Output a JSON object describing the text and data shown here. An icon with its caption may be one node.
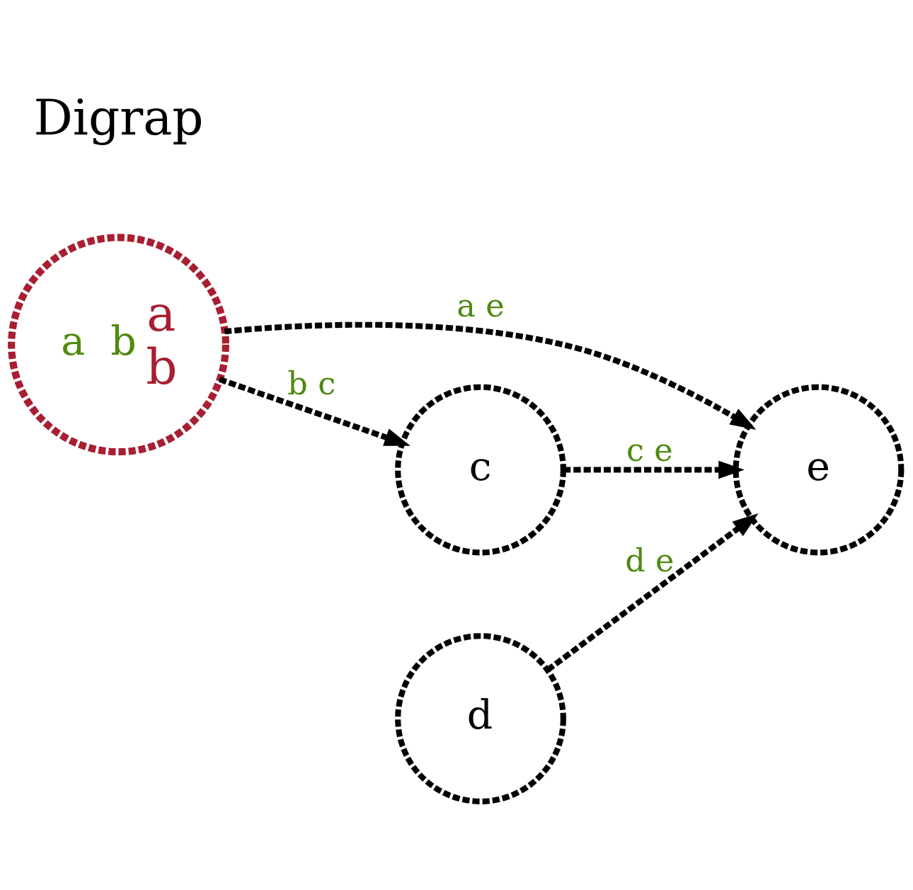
{
  "diagram": {
    "nodes": [
      {
        "text": [
          "a",
          "b",
          "a",
          "b"
        ]
      },
      {
        "text": [
          "d"
        ]
      },
      {
        "text": [
          "e"
        ]
      },
      {
        "text": [
          "c"
        ]
      }
    ],
    "edges": [
      {
        "from": 1,
        "to": 2,
        "arrow": "to",
        "label": "d e"
      },
      {
        "from": 0,
        "to": 2,
        "arrow": "to",
        "label": "a e"
      },
      {
        "from": 0,
        "to": 3,
        "arrow": "to",
        "label": "b c"
      },
      {
        "from": 3,
        "to": 2,
        "arrow": "to",
        "label": "c e"
      }
    ],
    "labels": [
      "Digrap"
    ]
  }
}
